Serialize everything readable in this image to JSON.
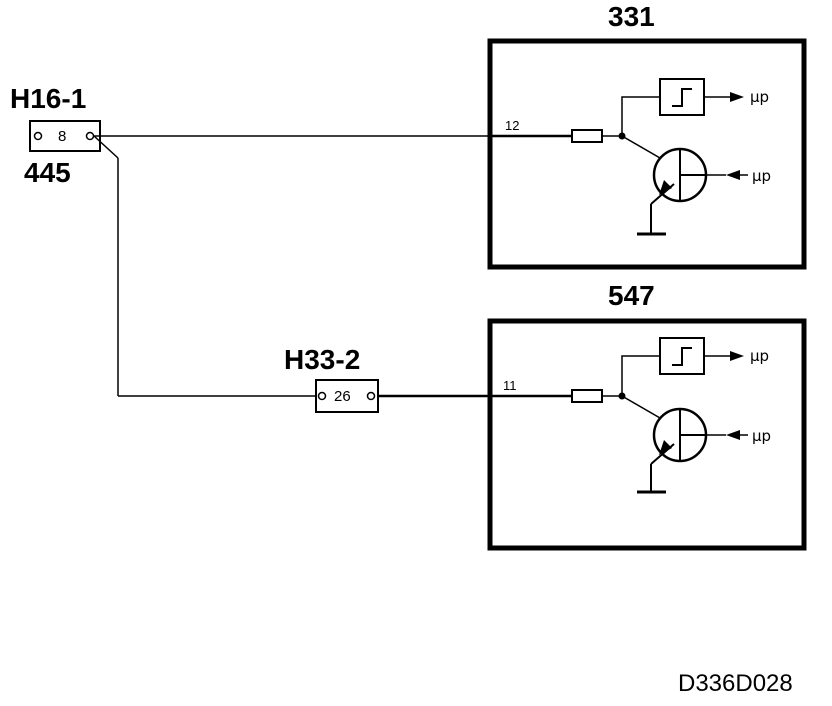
{
  "figure_code": "D336D028",
  "connectors": {
    "h16": {
      "name": "H16-1",
      "pin": "8",
      "ref": "445"
    },
    "h33": {
      "name": "H33-2",
      "pin": "26"
    }
  },
  "modules": {
    "upper": {
      "id": "331",
      "pin": "12",
      "out_label": "µp",
      "in_label": "µp"
    },
    "lower": {
      "id": "547",
      "pin": "11",
      "out_label": "µp",
      "in_label": "µp"
    }
  }
}
